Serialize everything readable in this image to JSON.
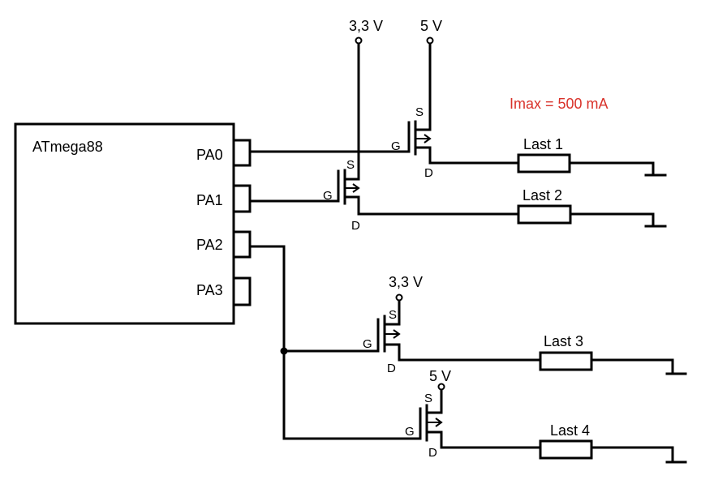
{
  "ic": {
    "name": "ATmega88",
    "pins": [
      "PA0",
      "PA1",
      "PA2",
      "PA3"
    ]
  },
  "supplies": {
    "v33": "3,3 V",
    "v5": "5 V"
  },
  "current_note": "Imax = 500 mA",
  "mosfet_pins": {
    "g": "G",
    "s": "S",
    "d": "D"
  },
  "loads": [
    "Last 1",
    "Last 2",
    "Last 3",
    "Last 4"
  ]
}
